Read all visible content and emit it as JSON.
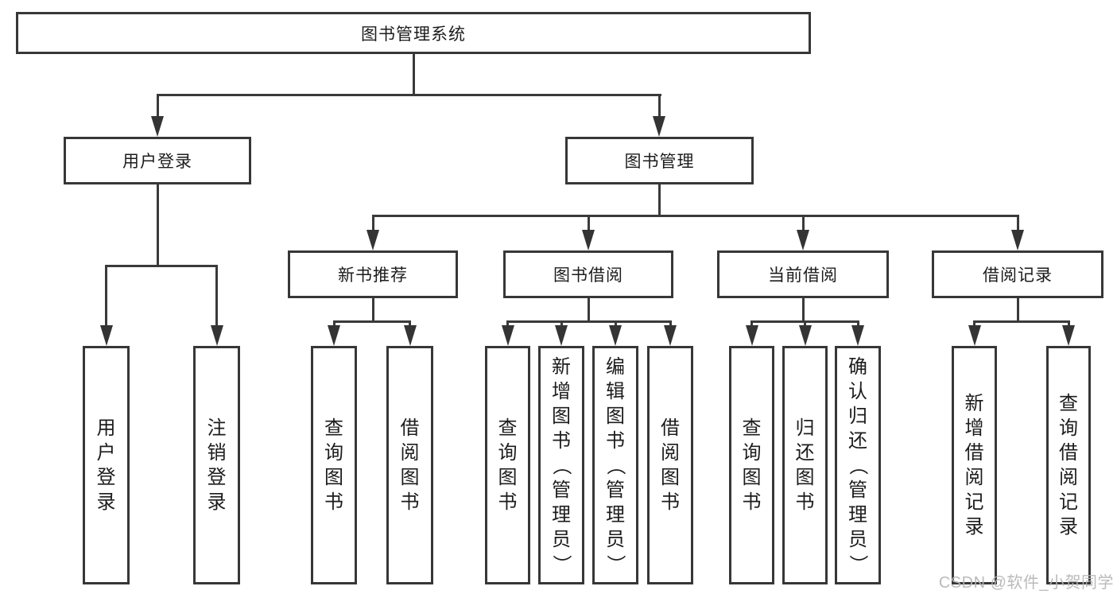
{
  "tree": {
    "root": {
      "label": "图书管理系统"
    },
    "branches": [
      {
        "label": "用户登录",
        "children": [
          {
            "label": "用户登录"
          },
          {
            "label": "注销登录"
          }
        ]
      },
      {
        "label": "图书管理",
        "children": [
          {
            "label": "新书推荐",
            "children": [
              {
                "label": "查询图书"
              },
              {
                "label": "借阅图书"
              }
            ]
          },
          {
            "label": "图书借阅",
            "children": [
              {
                "label": "查询图书"
              },
              {
                "label": "新增图书（管理员）"
              },
              {
                "label": "编辑图书（管理员）"
              },
              {
                "label": "借阅图书"
              }
            ]
          },
          {
            "label": "当前借阅",
            "children": [
              {
                "label": "查询图书"
              },
              {
                "label": "归还图书"
              },
              {
                "label": "确认归还（管理员）"
              }
            ]
          },
          {
            "label": "借阅记录",
            "children": [
              {
                "label": "新增借阅记录"
              },
              {
                "label": "查询借阅记录"
              }
            ]
          }
        ]
      }
    ],
    "watermark": {
      "text": "CSDN @软件_小贺同学"
    },
    "colors": {
      "line": "#3a3a3a",
      "border": "#373737",
      "text": "#1c1c1c",
      "watermark": "#b5b5b5",
      "background": "#ffffff"
    }
  }
}
